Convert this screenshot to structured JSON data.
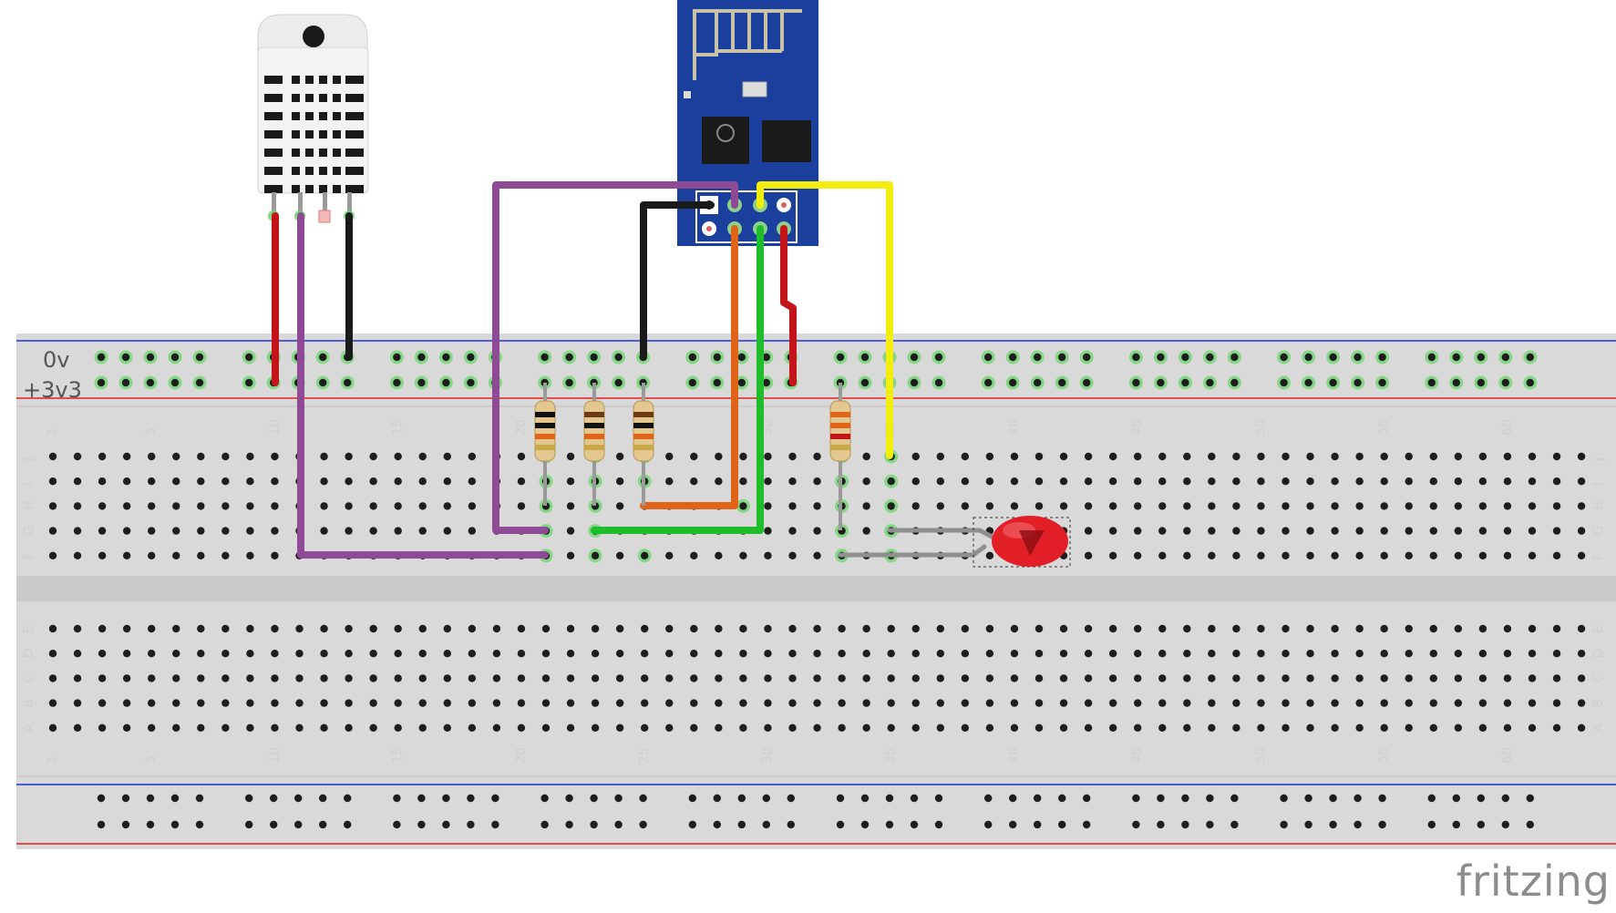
{
  "brand": "fritzing",
  "breadboard": {
    "rail_top_labels": [
      "0v",
      "+3v3"
    ],
    "column_numbers": [
      "1",
      "5",
      "10",
      "15",
      "20",
      "25",
      "30",
      "35",
      "40",
      "45",
      "50",
      "55",
      "60"
    ],
    "row_letters_top": [
      "J",
      "I",
      "H",
      "G",
      "F"
    ],
    "row_letters_bottom": [
      "E",
      "D",
      "C",
      "B",
      "A"
    ],
    "columns": 63
  },
  "components": [
    {
      "name": "dht-sensor",
      "type": "temperature-humidity-sensor"
    },
    {
      "name": "esp8266-module",
      "type": "wifi-module"
    },
    {
      "name": "resistor",
      "count": 4
    },
    {
      "name": "led",
      "color": "red"
    }
  ],
  "colors": {
    "board": "#d9d9d9",
    "rail_red": "#e0201f",
    "rail_blue": "#1a33d6",
    "wire_red": "#c3141a",
    "wire_black": "#1a1a1a",
    "wire_purple": "#8f4a96",
    "wire_orange": "#e06417",
    "wire_green": "#1fbd2b",
    "wire_yellow": "#f2ec0f",
    "wire_gray": "#8f8f8f",
    "esp_blue": "#1b3f9c",
    "led_red": "#e21f26"
  }
}
